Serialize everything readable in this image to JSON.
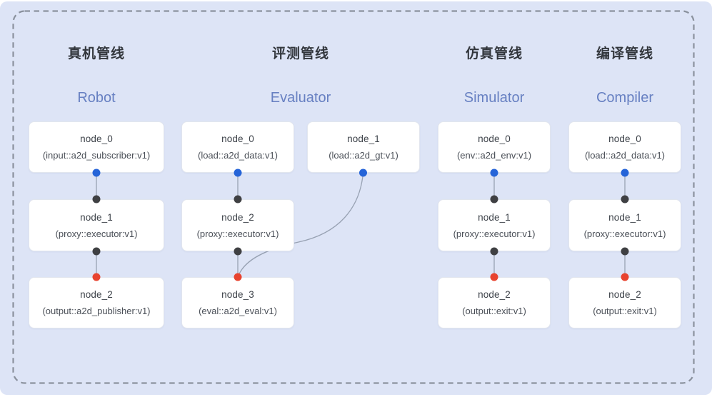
{
  "pipelines": [
    {
      "id": "robot",
      "title_zh": "真机管线",
      "title_en": "Robot",
      "nodes": [
        {
          "name": "node_0",
          "type": "(input::a2d_subscriber:v1)"
        },
        {
          "name": "node_1",
          "type": "(proxy::executor:v1)"
        },
        {
          "name": "node_2",
          "type": "(output::a2d_publisher:v1)"
        }
      ]
    },
    {
      "id": "evaluator",
      "title_zh": "评测管线",
      "title_en": "Evaluator",
      "nodes": [
        {
          "name": "node_0",
          "type": "(load::a2d_data:v1)"
        },
        {
          "name": "node_1",
          "type": "(load::a2d_gt:v1)"
        },
        {
          "name": "node_2",
          "type": "(proxy::executor:v1)"
        },
        {
          "name": "node_3",
          "type": "(eval::a2d_eval:v1)"
        }
      ]
    },
    {
      "id": "simulator",
      "title_zh": "仿真管线",
      "title_en": "Simulator",
      "nodes": [
        {
          "name": "node_0",
          "type": "(env::a2d_env:v1)"
        },
        {
          "name": "node_1",
          "type": "(proxy::executor:v1)"
        },
        {
          "name": "node_2",
          "type": "(output::exit:v1)"
        }
      ]
    },
    {
      "id": "compiler",
      "title_zh": "编译管线",
      "title_en": "Compiler",
      "nodes": [
        {
          "name": "node_0",
          "type": "(load::a2d_data:v1)"
        },
        {
          "name": "node_1",
          "type": "(proxy::executor:v1)"
        },
        {
          "name": "node_2",
          "type": "(output::exit:v1)"
        }
      ]
    }
  ],
  "colors": {
    "background": "#dde4f6",
    "node_fill": "#ffffff",
    "node_border": "#e2e6ee",
    "wire": "#98a2b3",
    "dashed_border": "#8b929e",
    "dot_blue": "#2564d8",
    "dot_black": "#3f4043",
    "dot_red": "#e8432f",
    "title_zh_color": "#33373d",
    "title_en_color": "#6780c2"
  }
}
